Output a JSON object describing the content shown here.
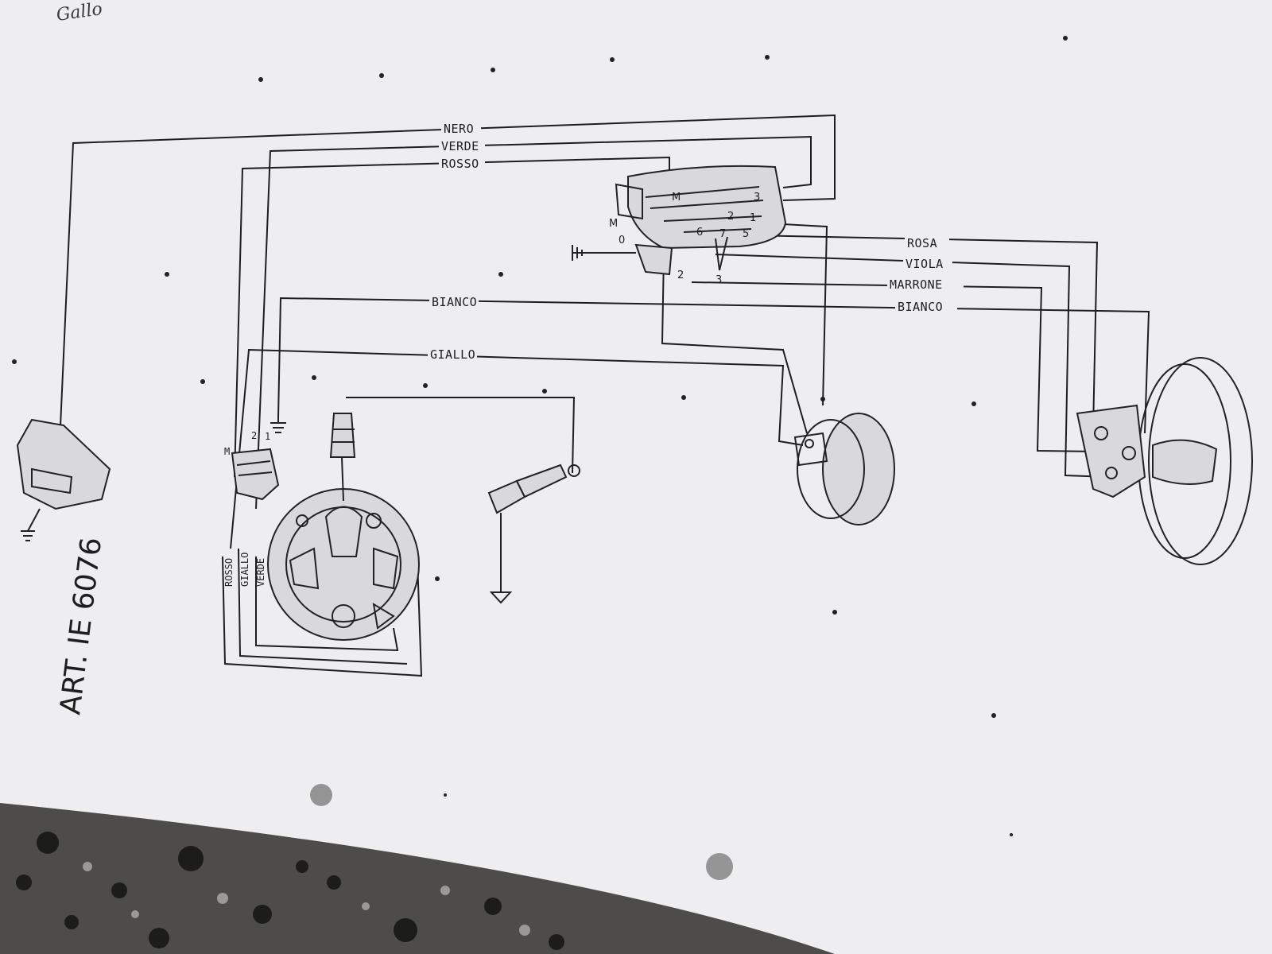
{
  "handwritten_note": "Gallo",
  "article_code": "ART. IE 6076",
  "wires_top": [
    "NERO",
    "VERDE",
    "ROSSO"
  ],
  "wires_middle": [
    "BIANCO",
    "GIALLO"
  ],
  "wires_right": [
    "ROSA",
    "VIOLA",
    "MARRONE",
    "BIANCO"
  ],
  "stator_wires": [
    "ROSSO",
    "GIALLO",
    "VERDE"
  ],
  "switch_terminals": {
    "m_upper": "M",
    "m_lower": "M",
    "zero": "0",
    "t1": "1",
    "t2": "2",
    "t3": "3",
    "t5": "5",
    "t6": "6",
    "t7": "7",
    "out2": "2",
    "out3": "3"
  },
  "regulator_terminals": [
    "M",
    "2",
    "1"
  ],
  "colors": {
    "paper": "#eeeef0",
    "ink": "#1e1e1e",
    "background": "#4a4a47"
  }
}
